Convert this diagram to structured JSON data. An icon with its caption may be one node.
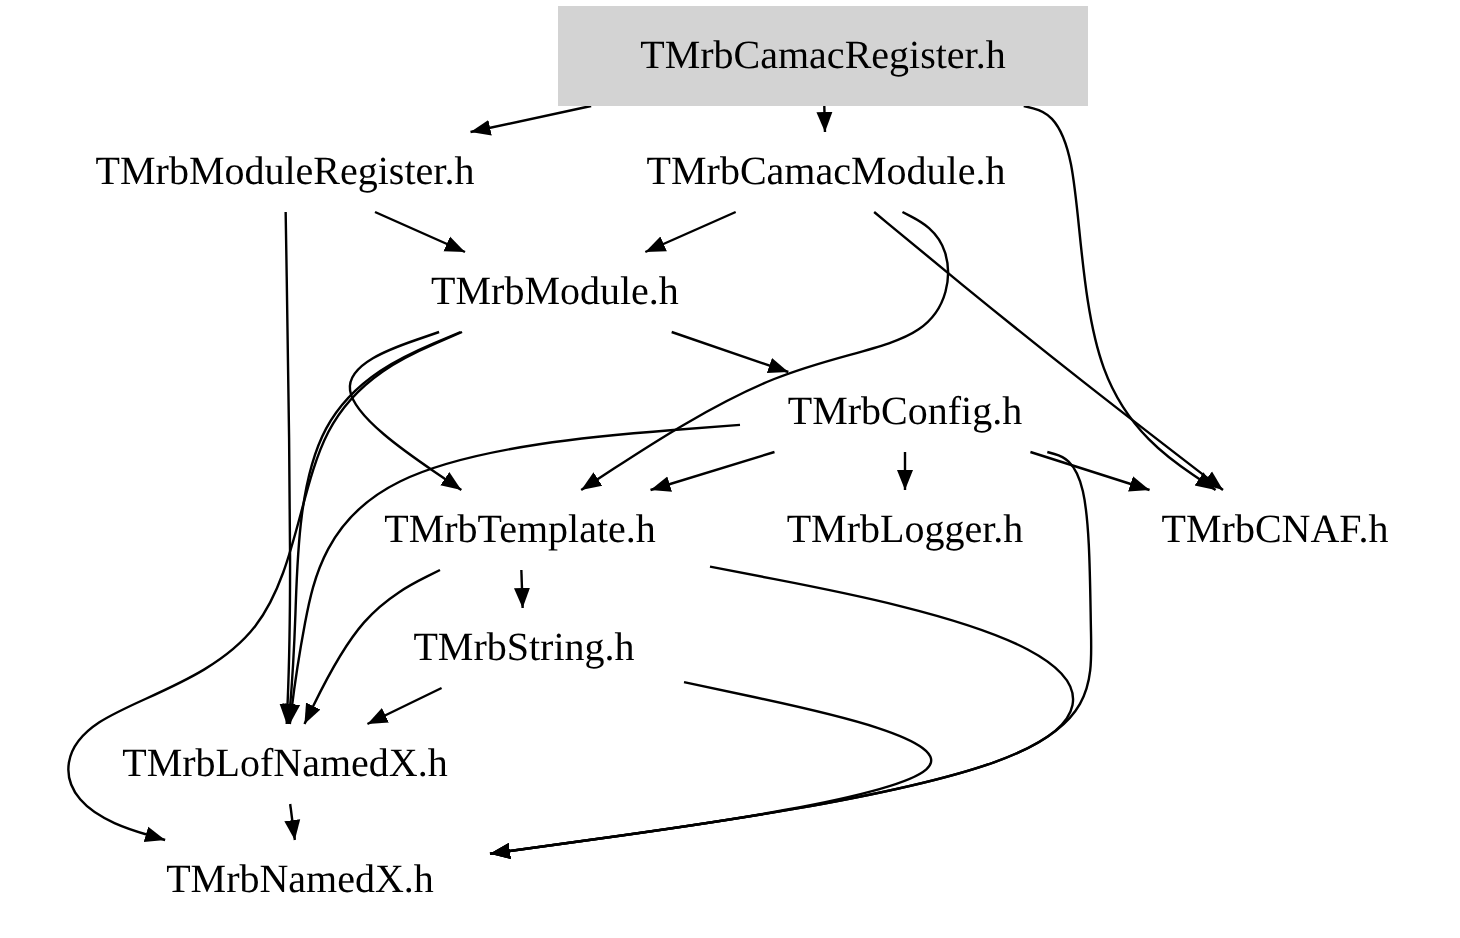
{
  "diagram": {
    "nodes": [
      {
        "text": [
          "TMrbCamacRegister.h"
        ]
      },
      {
        "text": [
          "TMrbModuleRegister.h"
        ]
      },
      {
        "text": [
          "TMrbCamacModule.h"
        ]
      },
      {
        "text": [
          "TMrbModule.h"
        ]
      },
      {
        "text": [
          "TMrbConfig.h"
        ]
      },
      {
        "text": [
          "TMrbTemplate.h"
        ]
      },
      {
        "text": [
          "TMrbLogger.h"
        ]
      },
      {
        "text": [
          "TMrbCNAF.h"
        ]
      },
      {
        "text": [
          "TMrbString.h"
        ]
      },
      {
        "text": [
          "TMrbLofNamedX.h"
        ]
      },
      {
        "text": [
          "TMrbNamedX.h"
        ]
      }
    ],
    "edges": [
      {
        "from": 0,
        "to": 1,
        "arrow": "to"
      },
      {
        "from": 0,
        "to": 2,
        "arrow": "to"
      },
      {
        "from": 0,
        "to": 7,
        "arrow": "to"
      },
      {
        "from": 1,
        "to": 3,
        "arrow": "to"
      },
      {
        "from": 1,
        "to": 9,
        "arrow": "to"
      },
      {
        "from": 2,
        "to": 3,
        "arrow": "to"
      },
      {
        "from": 2,
        "to": 5,
        "arrow": "to"
      },
      {
        "from": 2,
        "to": 7,
        "arrow": "to"
      },
      {
        "from": 3,
        "to": 4,
        "arrow": "to"
      },
      {
        "from": 3,
        "to": 5,
        "arrow": "to"
      },
      {
        "from": 3,
        "to": 9,
        "arrow": "to"
      },
      {
        "from": 3,
        "to": 10,
        "arrow": "to"
      },
      {
        "from": 4,
        "to": 5,
        "arrow": "to"
      },
      {
        "from": 4,
        "to": 6,
        "arrow": "to"
      },
      {
        "from": 4,
        "to": 7,
        "arrow": "to"
      },
      {
        "from": 4,
        "to": 9,
        "arrow": "to"
      },
      {
        "from": 4,
        "to": 10,
        "arrow": "to"
      },
      {
        "from": 5,
        "to": 8,
        "arrow": "to"
      },
      {
        "from": 5,
        "to": 9,
        "arrow": "to"
      },
      {
        "from": 5,
        "to": 10,
        "arrow": "to"
      },
      {
        "from": 8,
        "to": 9,
        "arrow": "to"
      },
      {
        "from": 8,
        "to": 10,
        "arrow": "to"
      },
      {
        "from": 9,
        "to": 10,
        "arrow": "to"
      }
    ]
  }
}
